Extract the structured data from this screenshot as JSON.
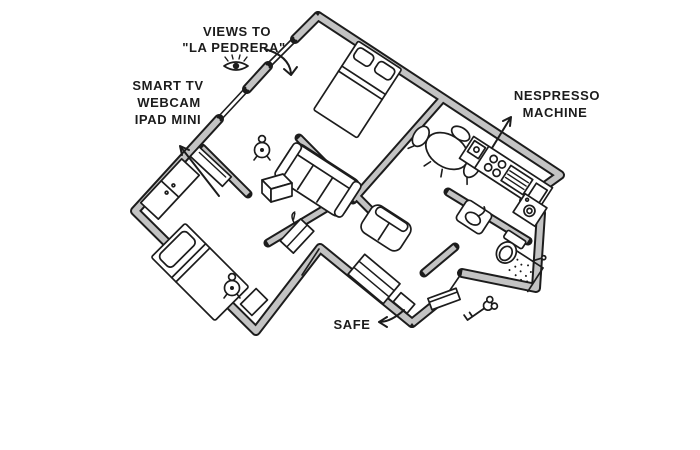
{
  "scene": {
    "background_color": "#ffffff",
    "ink_color": "#1c1c1c",
    "wall_fill_color": "#c3c3c3"
  },
  "annotations": {
    "views": {
      "lines": [
        "VIEWS TO",
        "\"LA PEDRERA\""
      ],
      "icon": "eye-icon"
    },
    "smart_tv": {
      "lines": [
        "SMART TV",
        "WEBCAM",
        "IPAD MINI"
      ]
    },
    "nespresso": {
      "lines": [
        "NESPRESSO",
        "MACHINE"
      ]
    },
    "safe": {
      "lines": [
        "SAFE"
      ]
    },
    "key": {
      "icon": "key-icon"
    }
  }
}
